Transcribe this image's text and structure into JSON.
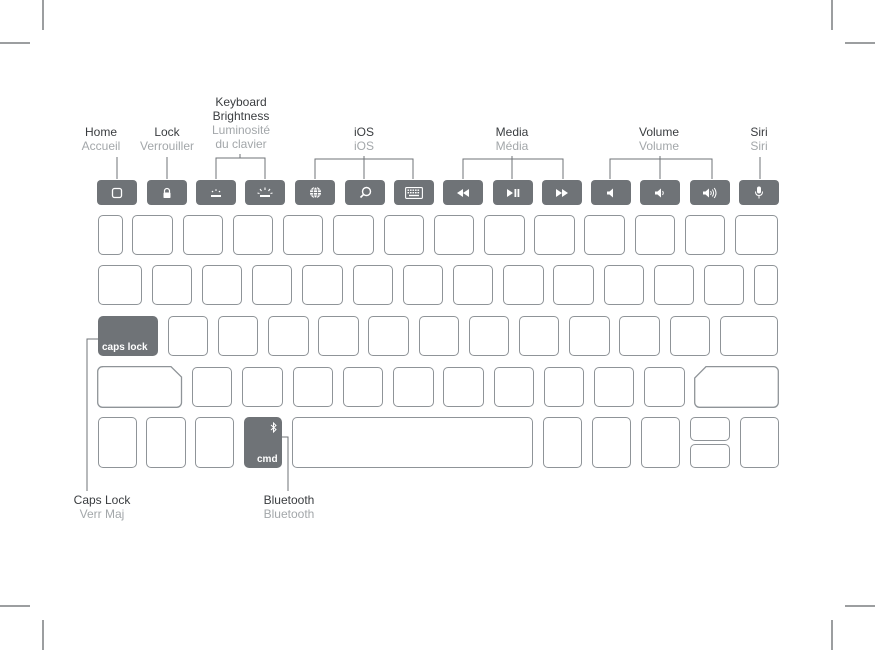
{
  "top_labels": {
    "home": {
      "en": "Home",
      "fr": "Accueil"
    },
    "lock": {
      "en": "Lock",
      "fr": "Verrouiller"
    },
    "brightness": {
      "en1": "Keyboard",
      "en2": "Brightness",
      "fr1": "Luminosité",
      "fr2": "du clavier"
    },
    "ios": {
      "en": "iOS",
      "fr": "iOS"
    },
    "media": {
      "en": "Media",
      "fr": "Média"
    },
    "volume": {
      "en": "Volume",
      "fr": "Volume"
    },
    "siri": {
      "en": "Siri",
      "fr": "Siri"
    }
  },
  "bottom_labels": {
    "caps": {
      "en": "Caps Lock",
      "fr": "Verr Maj"
    },
    "bluetooth": {
      "en": "Bluetooth",
      "fr": "Bluetooth"
    }
  },
  "keys": {
    "caps_lock": "caps lock",
    "cmd": "cmd"
  },
  "function_key_icons": [
    "home-icon",
    "lock-icon",
    "brightness-down-icon",
    "brightness-up-icon",
    "globe-icon",
    "search-icon",
    "keyboard-icon",
    "rewind-icon",
    "play-pause-icon",
    "fast-forward-icon",
    "mute-icon",
    "volume-down-icon",
    "volume-up-icon",
    "microphone-icon"
  ],
  "colors": {
    "key_dark": "#6f7377",
    "outline": "#8f9498",
    "label": "#3a3d40",
    "label_fr": "#a3a7aa"
  }
}
